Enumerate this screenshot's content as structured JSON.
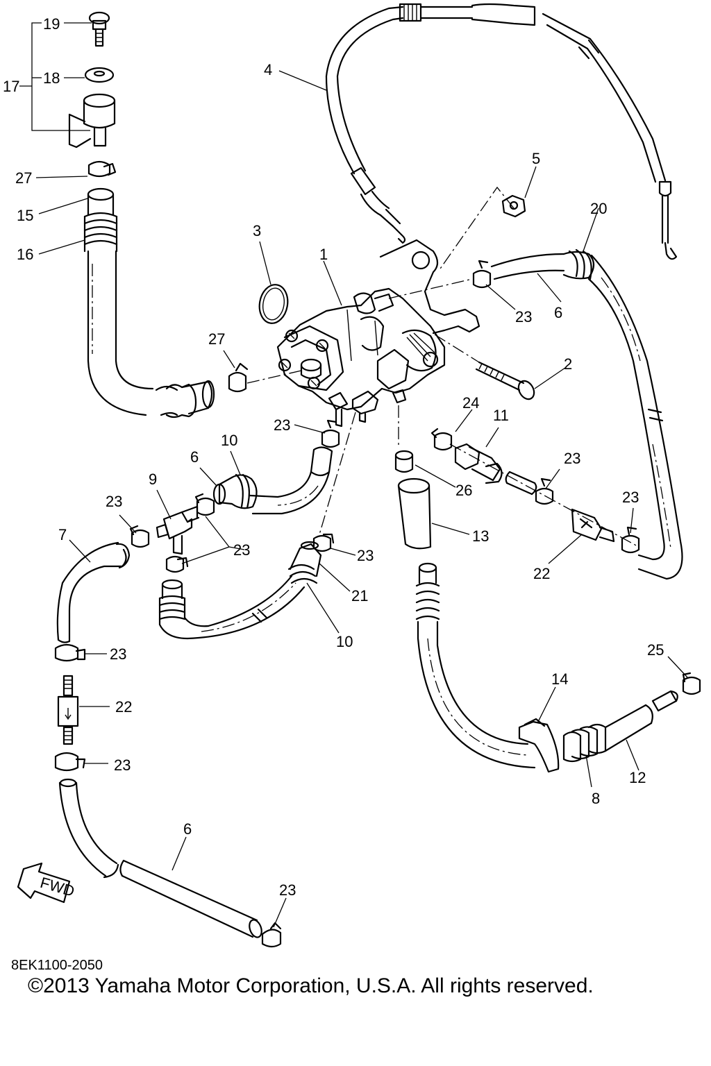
{
  "diagram": {
    "callouts": [
      "19",
      "18",
      "17",
      "27",
      "15",
      "16",
      "4",
      "5",
      "20",
      "3",
      "1",
      "23",
      "6",
      "2",
      "27",
      "24",
      "11",
      "23",
      "10",
      "6",
      "9",
      "23",
      "23",
      "23",
      "7",
      "23",
      "26",
      "13",
      "22",
      "21",
      "10",
      "23",
      "22",
      "23",
      "14",
      "25",
      "12",
      "8",
      "6",
      "23"
    ],
    "fwd_label": "FWD"
  },
  "footer": {
    "code": "8EK1100-2050",
    "copyright": "©2013 Yamaha Motor Corporation, U.S.A. All rights reserved."
  }
}
